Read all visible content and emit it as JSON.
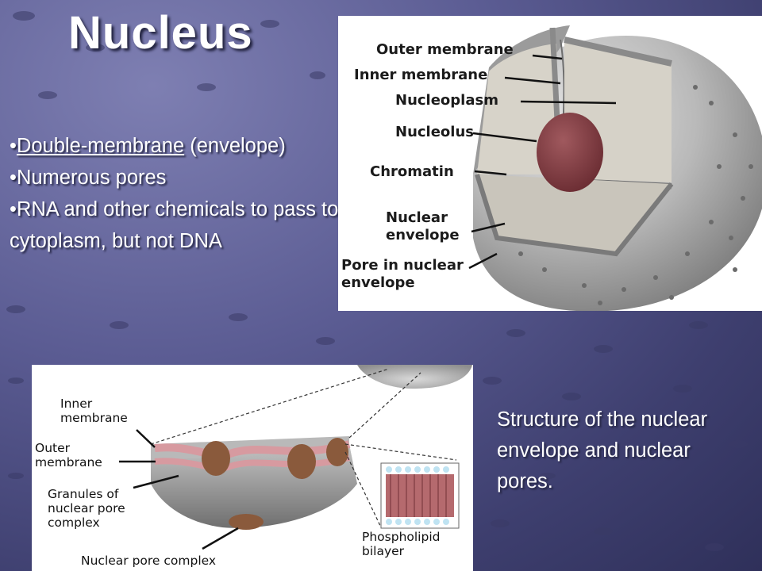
{
  "slide": {
    "title": "Nucleus",
    "bullets": [
      {
        "underlined": "Double-membrane",
        "rest": " (envelope)"
      },
      {
        "text": "Numerous pores"
      },
      {
        "text": "RNA and other chemicals to pass to cytoplasm, but not DNA"
      }
    ],
    "bullet_char": "•",
    "caption": "Structure of the nuclear envelope and nuclear pores."
  },
  "top_diagram": {
    "labels": {
      "outer_membrane": "Outer membrane",
      "inner_membrane": "Inner membrane",
      "nucleoplasm": "Nucleoplasm",
      "nucleolus": "Nucleolus",
      "chromatin": "Chromatin",
      "nuclear_envelope_1": "Nuclear",
      "nuclear_envelope_2": "envelope",
      "pore_1": "Pore in nuclear",
      "pore_2": "envelope"
    }
  },
  "bottom_diagram": {
    "labels": {
      "inner_membrane_1": "Inner",
      "inner_membrane_2": "membrane",
      "outer_membrane_1": "Outer",
      "outer_membrane_2": "membrane",
      "granules_1": "Granules of",
      "granules_2": "nuclear pore",
      "granules_3": "complex",
      "phospholipid_1": "Phospholipid",
      "phospholipid_2": "bilayer",
      "pore_complex": "Nuclear pore complex"
    }
  }
}
